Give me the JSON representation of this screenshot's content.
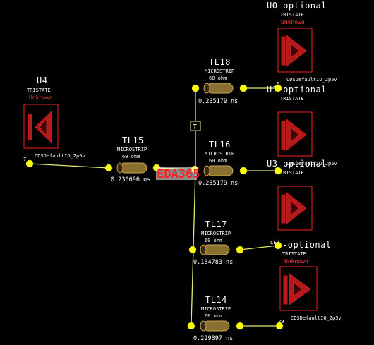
{
  "title": "EDA365",
  "colors": {
    "background": "#000000",
    "wire": "#e8e86a",
    "node": "#ffff00",
    "component_outline": "#cc1a1a",
    "component_fill": "#b31b1b",
    "tline_body": "#8a7030",
    "text": "#ffffff",
    "red_text": "#ff4040"
  },
  "drivers": [
    {
      "refdes": "U4",
      "type": "TRISTATE",
      "status": "Unknown",
      "model": "CDSDefaultIO_2p5v",
      "pin": "7"
    }
  ],
  "receivers": [
    {
      "refdes": "U0-optional",
      "type": "TRISTATE",
      "status": "Unknown",
      "model": "CDSDefaultIO_2p5v",
      "pin": "6"
    },
    {
      "refdes": "U1-optional",
      "type": "TRISTATE",
      "status": "",
      "model": "",
      "pin": ""
    },
    {
      "refdes": "U3-optional",
      "type": "TRISTATE",
      "status": "",
      "model": "CDSDefaultIO_2p5v",
      "pin": ""
    },
    {
      "refdes": "-optional",
      "type": "TRISTATE",
      "status": "Unknown",
      "model": "CDSDefaultIO_2p5v",
      "pin": "29",
      "extra_pin": "LF9"
    }
  ],
  "tlines": [
    {
      "name": "TL18",
      "type": "MICROSTRIP",
      "impedance": "60 ohm",
      "delay": "0.235179 ns"
    },
    {
      "name": "TL15",
      "type": "MICROSTRIP",
      "impedance": "60 ohm",
      "delay": "0.230696 ns"
    },
    {
      "name": "TL16",
      "type": "MICROSTRIP",
      "impedance": "60 ohm",
      "delay": "0.235179 ns"
    },
    {
      "name": "TL17",
      "type": "MICROSTRIP",
      "impedance": "60 ohm",
      "delay": "0.184783 ns"
    },
    {
      "name": "TL14",
      "type": "MICROSTRIP",
      "impedance": "60 ohm",
      "delay": "0.229897 ns"
    }
  ],
  "tap_label": "T"
}
